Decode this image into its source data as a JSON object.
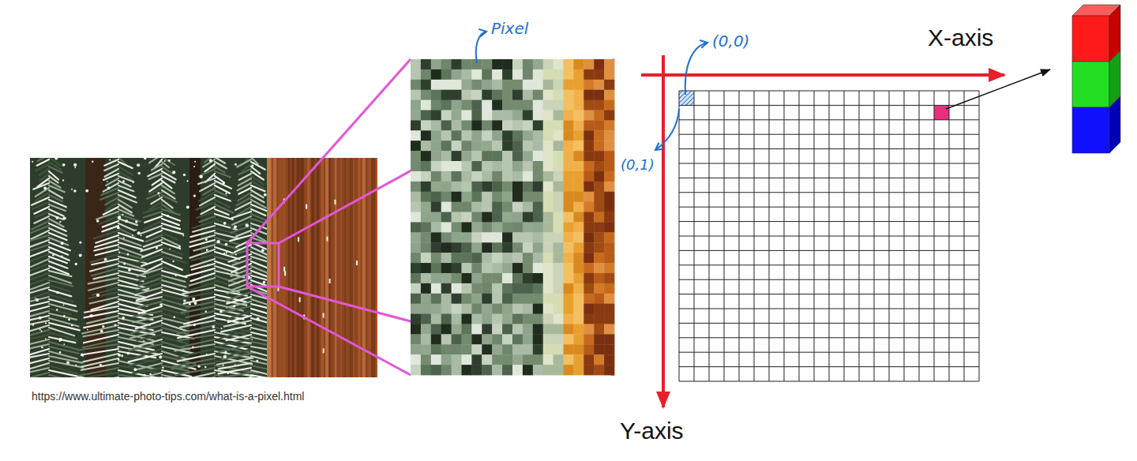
{
  "diagram": {
    "labels": [
      "Pixel",
      "(0,0)",
      "(0,1)",
      "X-axis",
      "Y-axis",
      "https://www.ultimate-photo-tips.com/what-is-a-pixel.html"
    ]
  }
}
